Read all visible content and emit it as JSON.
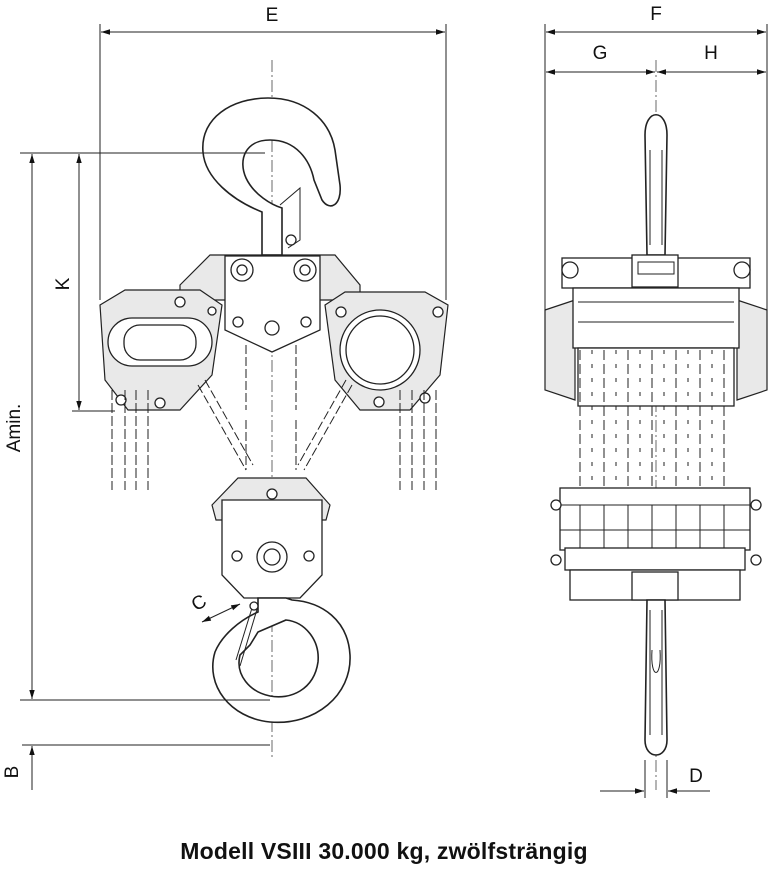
{
  "caption": "Modell VSIII 30.000 kg, zwölfsträngig",
  "dimensions": {
    "E": "E",
    "F": "F",
    "G": "G",
    "H": "H",
    "K": "K",
    "Amin": "Amin.",
    "B": "B",
    "C": "C",
    "D": "D"
  }
}
